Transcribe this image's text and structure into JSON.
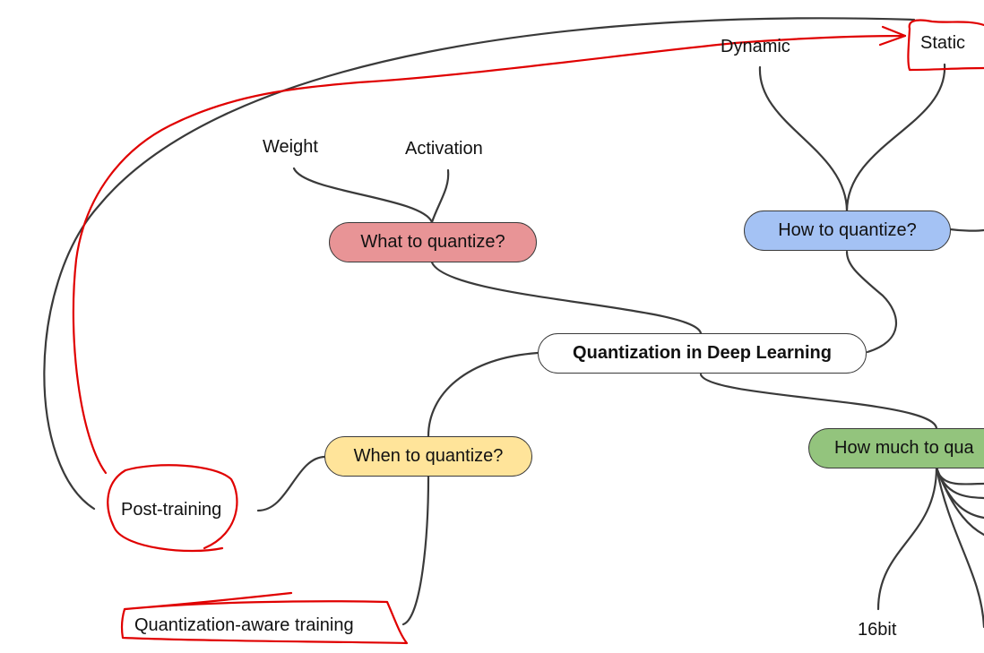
{
  "diagram": {
    "root": {
      "label": "Quantization in Deep Learning"
    },
    "branches": {
      "what": {
        "label": "What to quantize?",
        "color": "#e89496",
        "children": [
          "Weight",
          "Activation"
        ]
      },
      "how": {
        "label": "How to quantize?",
        "color": "#a4c2f4",
        "children": [
          "Dynamic",
          "Static"
        ]
      },
      "when": {
        "label": "When to quantize?",
        "color": "#ffe49a",
        "children": [
          "Post-training",
          "Quantization-aware training"
        ]
      },
      "how_much": {
        "label": "How much to qua",
        "color": "#93c47d",
        "children": [
          "16bit"
        ]
      }
    }
  },
  "colors": {
    "connector": "#3a3a3a",
    "annotation": "#e00000"
  }
}
